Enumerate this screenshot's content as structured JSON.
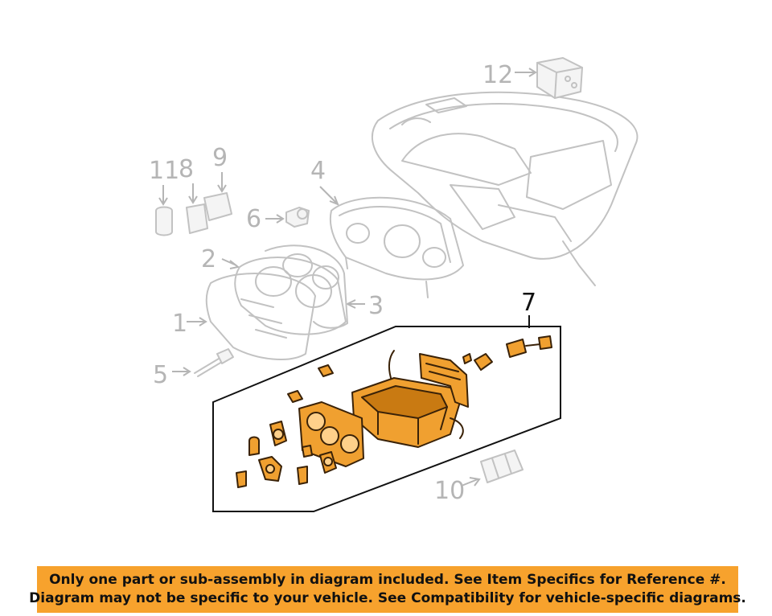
{
  "diagram": {
    "callouts": {
      "c1": "1",
      "c2": "2",
      "c3": "3",
      "c4": "4",
      "c5": "5",
      "c6": "6",
      "c7": "7",
      "c8": "8",
      "c9": "9",
      "c10": "10",
      "c11": "11",
      "c12": "12"
    },
    "highlighted_callout": "7",
    "highlight_color": "#f0a030",
    "line_color": "#c2c2c2"
  },
  "notice": {
    "line1": "Only one part or sub-assembly in diagram included. See Item Specifics for Reference #.",
    "line2": "Diagram may not be specific to your vehicle. See Compatibility for vehicle-specific diagrams.",
    "background": "#f7a22d"
  }
}
